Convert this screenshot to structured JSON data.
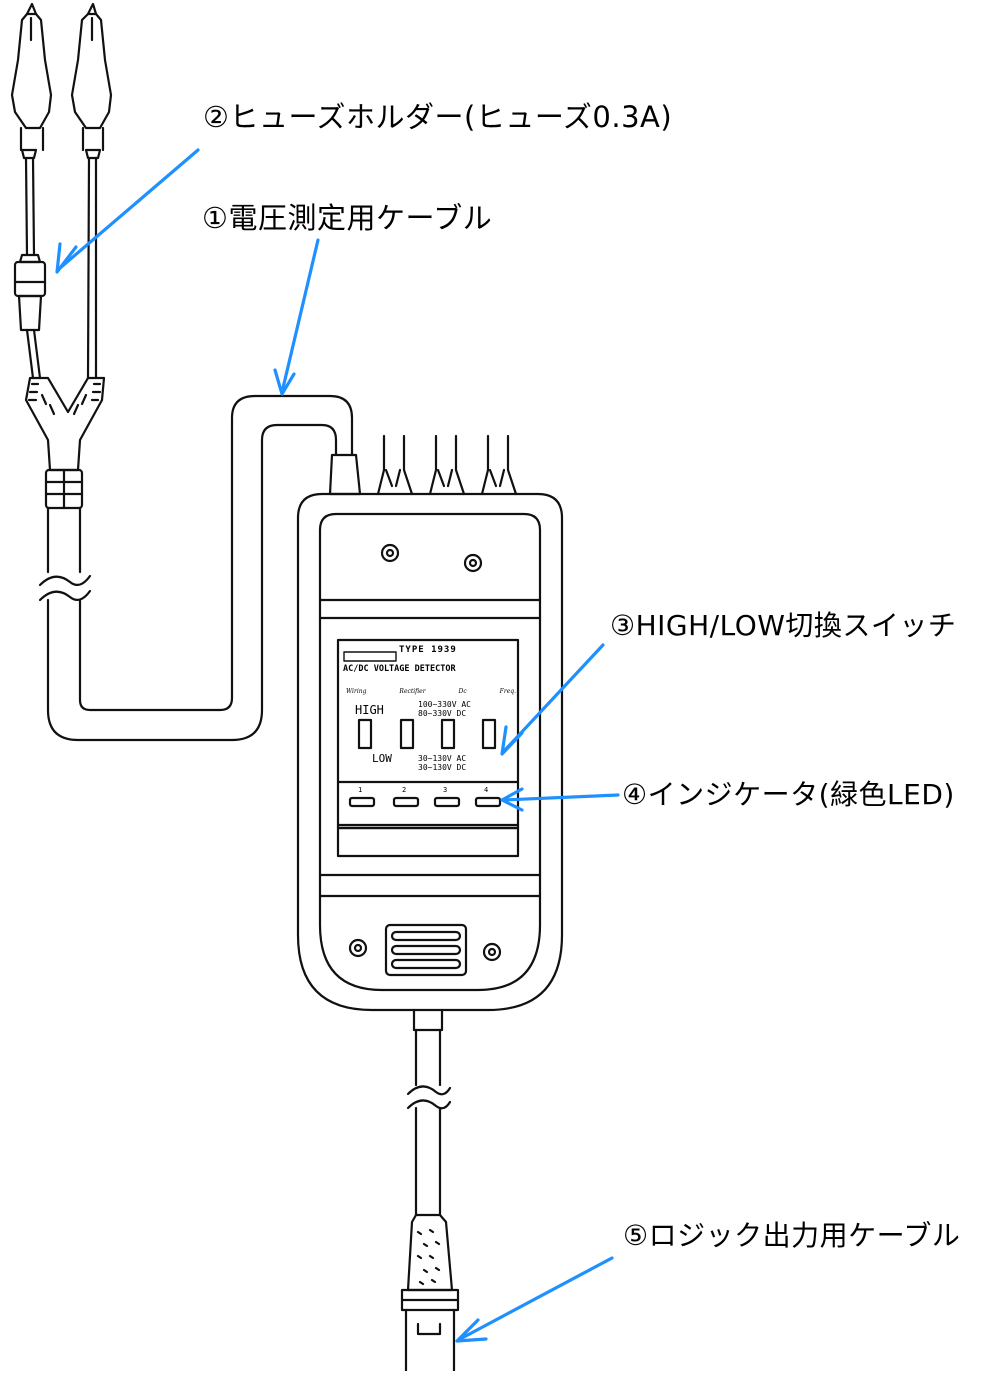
{
  "callouts": {
    "fuse_holder": "②ヒューズホルダー(ヒューズ0.3A)",
    "voltage_cable": "①電圧測定用ケーブル",
    "high_low_switch": "③HIGH/LOW切換スイッチ",
    "indicator": "④インジケータ(緑色LED)",
    "logic_cable": "⑤ロジック出力用ケーブル"
  },
  "device_panel": {
    "type_label": "TYPE 1939",
    "product_name": "AC/DC VOLTAGE DETECTOR",
    "column_labels": [
      "Wiring",
      "Rectifier",
      "Dc",
      "Freq."
    ],
    "high_label": "HIGH",
    "high_range": "100~330V AC\n80~330V DC",
    "low_label": "LOW",
    "low_range": "30~130V AC\n30~130V DC",
    "led_numbers": [
      "1",
      "2",
      "3",
      "4"
    ]
  },
  "colors": {
    "arrow": "#1e90ff",
    "line": "#111111"
  }
}
